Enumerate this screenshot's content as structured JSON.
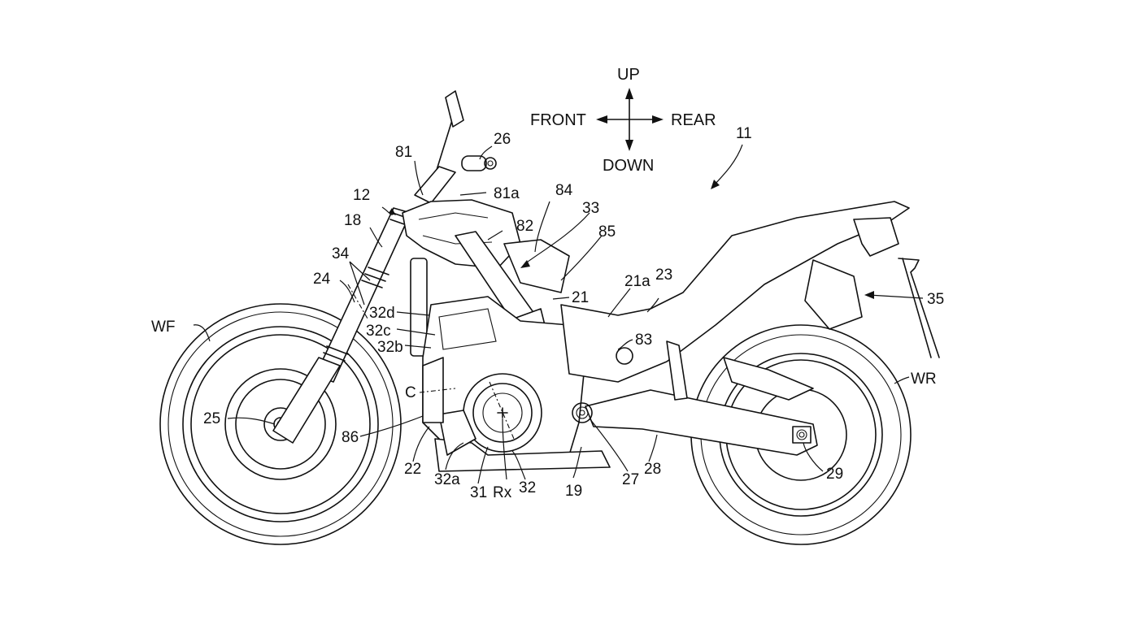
{
  "figure": {
    "subject": "Motorcycle side view patent drawing",
    "overall_ref": "11"
  },
  "direction_indicator": {
    "up": "UP",
    "down": "DOWN",
    "front": "FRONT",
    "rear": "REAR"
  },
  "labels": [
    {
      "id": "ref-11",
      "text": "11"
    },
    {
      "id": "ref-12",
      "text": "12"
    },
    {
      "id": "ref-18",
      "text": "18"
    },
    {
      "id": "ref-19",
      "text": "19"
    },
    {
      "id": "ref-21",
      "text": "21"
    },
    {
      "id": "ref-21a",
      "text": "21a"
    },
    {
      "id": "ref-22",
      "text": "22"
    },
    {
      "id": "ref-23",
      "text": "23"
    },
    {
      "id": "ref-24",
      "text": "24"
    },
    {
      "id": "ref-25",
      "text": "25"
    },
    {
      "id": "ref-26",
      "text": "26"
    },
    {
      "id": "ref-27",
      "text": "27"
    },
    {
      "id": "ref-28",
      "text": "28"
    },
    {
      "id": "ref-29",
      "text": "29"
    },
    {
      "id": "ref-31",
      "text": "31"
    },
    {
      "id": "ref-32",
      "text": "32"
    },
    {
      "id": "ref-32a",
      "text": "32a"
    },
    {
      "id": "ref-32b",
      "text": "32b"
    },
    {
      "id": "ref-32c",
      "text": "32c"
    },
    {
      "id": "ref-32d",
      "text": "32d"
    },
    {
      "id": "ref-33",
      "text": "33"
    },
    {
      "id": "ref-34",
      "text": "34"
    },
    {
      "id": "ref-35",
      "text": "35"
    },
    {
      "id": "ref-81",
      "text": "81"
    },
    {
      "id": "ref-81a",
      "text": "81a"
    },
    {
      "id": "ref-82",
      "text": "82"
    },
    {
      "id": "ref-83",
      "text": "83"
    },
    {
      "id": "ref-84",
      "text": "84"
    },
    {
      "id": "ref-85",
      "text": "85"
    },
    {
      "id": "ref-86",
      "text": "86"
    },
    {
      "id": "ref-WF",
      "text": "WF"
    },
    {
      "id": "ref-WR",
      "text": "WR"
    },
    {
      "id": "ref-C",
      "text": "C"
    },
    {
      "id": "ref-Rx",
      "text": "Rx"
    }
  ]
}
